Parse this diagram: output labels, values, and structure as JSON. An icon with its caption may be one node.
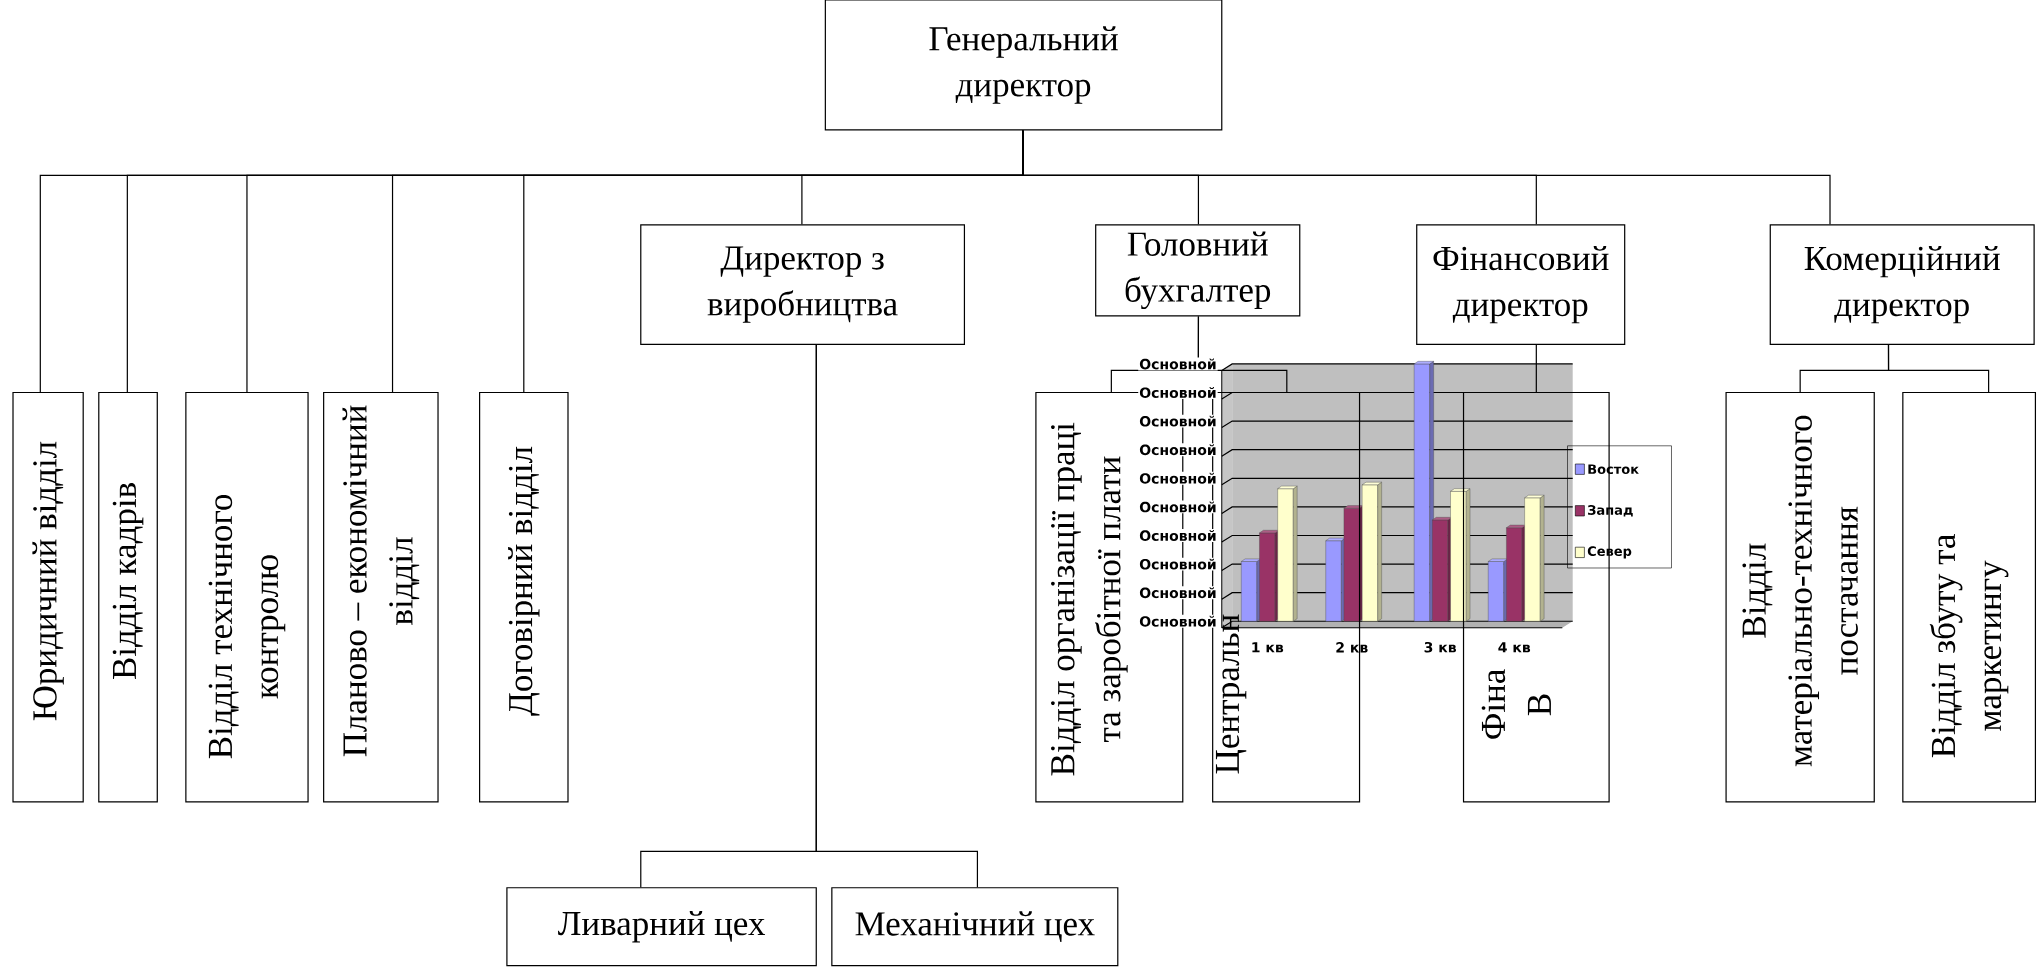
{
  "diagram": {
    "nodes": [
      {
        "text": [
          "Генеральний директор"
        ]
      },
      {
        "text": [
          "Юридичний відділ"
        ]
      },
      {
        "text": [
          "Відділ кадрів"
        ]
      },
      {
        "text": [
          "Відділ технічного контролю"
        ]
      },
      {
        "text": [
          "Планово – економічний відділ"
        ]
      },
      {
        "text": [
          "Договірний відділ"
        ]
      },
      {
        "text": [
          "Директор з виробництва"
        ]
      },
      {
        "text": [
          "Головний бухгалтер"
        ]
      },
      {
        "text": [
          "Фінансовий директор"
        ]
      },
      {
        "text": [
          "Комерційний директор"
        ]
      },
      {
        "text": [
          "Відділ організації праці та заробітної плати"
        ]
      },
      {
        "text": [
          "Центральн"
        ]
      },
      {
        "text": [
          "Фіна",
          "В"
        ]
      },
      {
        "text": [
          "Відділ матеріально-технічного постачання"
        ]
      },
      {
        "text": [
          "Відділ збуту та маркетингу"
        ]
      },
      {
        "text": [
          "Ливарний цех"
        ]
      },
      {
        "text": [
          "Механічний цех"
        ]
      }
    ],
    "edges": [
      {
        "from": 0,
        "to": 1,
        "arrow": "none"
      },
      {
        "from": 0,
        "to": 2,
        "arrow": "none"
      },
      {
        "from": 0,
        "to": 3,
        "arrow": "none"
      },
      {
        "from": 0,
        "to": 4,
        "arrow": "none"
      },
      {
        "from": 0,
        "to": 5,
        "arrow": "none"
      },
      {
        "from": 0,
        "to": 6,
        "arrow": "none"
      },
      {
        "from": 0,
        "to": 7,
        "arrow": "none"
      },
      {
        "from": 0,
        "to": 8,
        "arrow": "none"
      },
      {
        "from": 0,
        "to": 9,
        "arrow": "none"
      },
      {
        "from": 6,
        "to": 15,
        "arrow": "none"
      },
      {
        "from": 6,
        "to": 16,
        "arrow": "none"
      },
      {
        "from": 7,
        "to": 10,
        "arrow": "none"
      },
      {
        "from": 7,
        "to": 11,
        "arrow": "none"
      },
      {
        "from": 8,
        "to": 12,
        "arrow": "none"
      },
      {
        "from": 9,
        "to": 13,
        "arrow": "none"
      },
      {
        "from": 9,
        "to": 14,
        "arrow": "none"
      }
    ],
    "labels": [
      "Основной",
      "Основной",
      "Основной",
      "Основной",
      "Основной",
      "Основной",
      "Основной",
      "Основной",
      "Основной",
      "Основной",
      "1 кв",
      "2 кв",
      "3 кв",
      "4 кв"
    ],
    "legend": [
      {
        "text": "Восток",
        "color": "#9999ff"
      },
      {
        "text": "Запад",
        "color": "#993366"
      },
      {
        "text": "Север",
        "color": "#ffffcc"
      }
    ]
  }
}
